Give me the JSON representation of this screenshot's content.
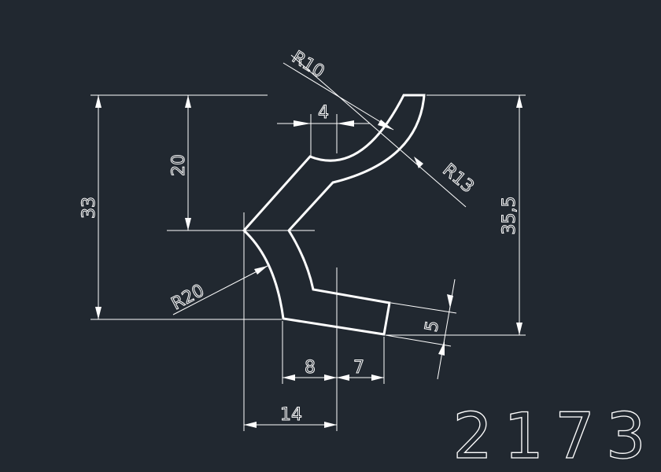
{
  "drawing": {
    "part_number": "2173",
    "dimensions": {
      "radius_10": "R10",
      "radius_13": "R13",
      "radius_20": "R20",
      "width_4": "4",
      "height_20": "20",
      "height_33": "33",
      "height_35_5": "35,5",
      "thickness_5": "5",
      "width_8": "8",
      "width_7": "7",
      "width_14": "14"
    },
    "colors": {
      "background": "#212830",
      "lines": "#ffffff"
    }
  }
}
